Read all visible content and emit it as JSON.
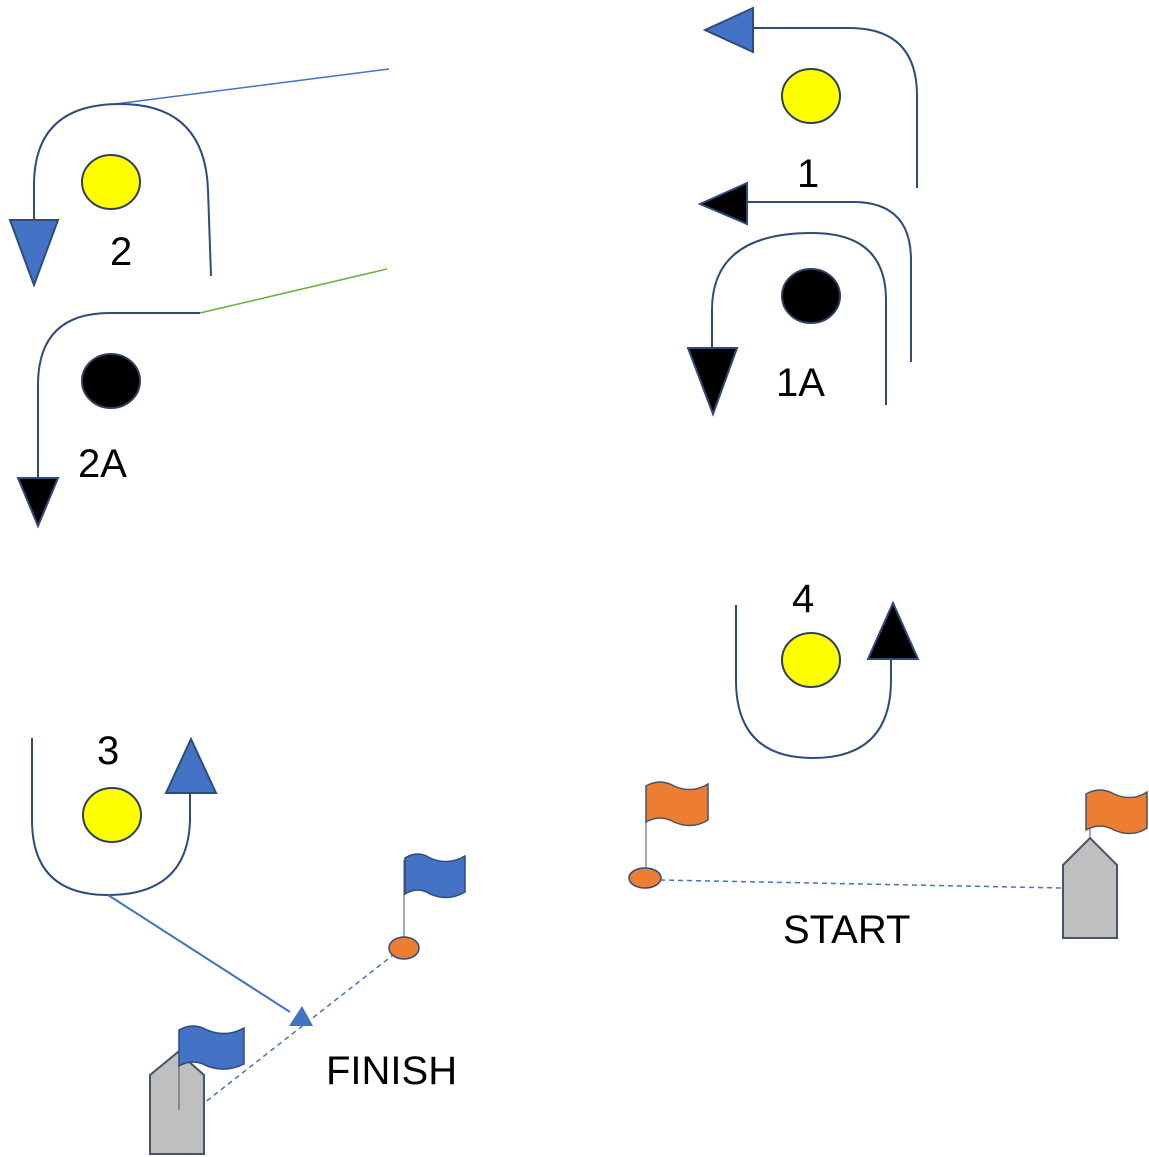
{
  "labels": {
    "mark1": "1",
    "mark1a": "1A",
    "mark2": "2",
    "mark2a": "2A",
    "mark3": "3",
    "mark4": "4",
    "start": "START",
    "finish": "FINISH"
  },
  "colors": {
    "yellow_mark": "#ffff00",
    "black_mark": "#000000",
    "mark_outline": "#2f3f5f",
    "blue_course": "#4472c4",
    "dark_blue_line": "#2f4b7c",
    "green_line": "#70ad47",
    "orange_flag": "#ed7d31",
    "committee_boat": "#bfbfbf",
    "boat_outline": "#44546a"
  },
  "icons": {
    "yellow_buoy": "yellow-circle",
    "black_buoy": "black-circle",
    "start_pin": "orange-flag",
    "finish_pin": "blue-flag",
    "committee_boat": "boat-shape"
  }
}
